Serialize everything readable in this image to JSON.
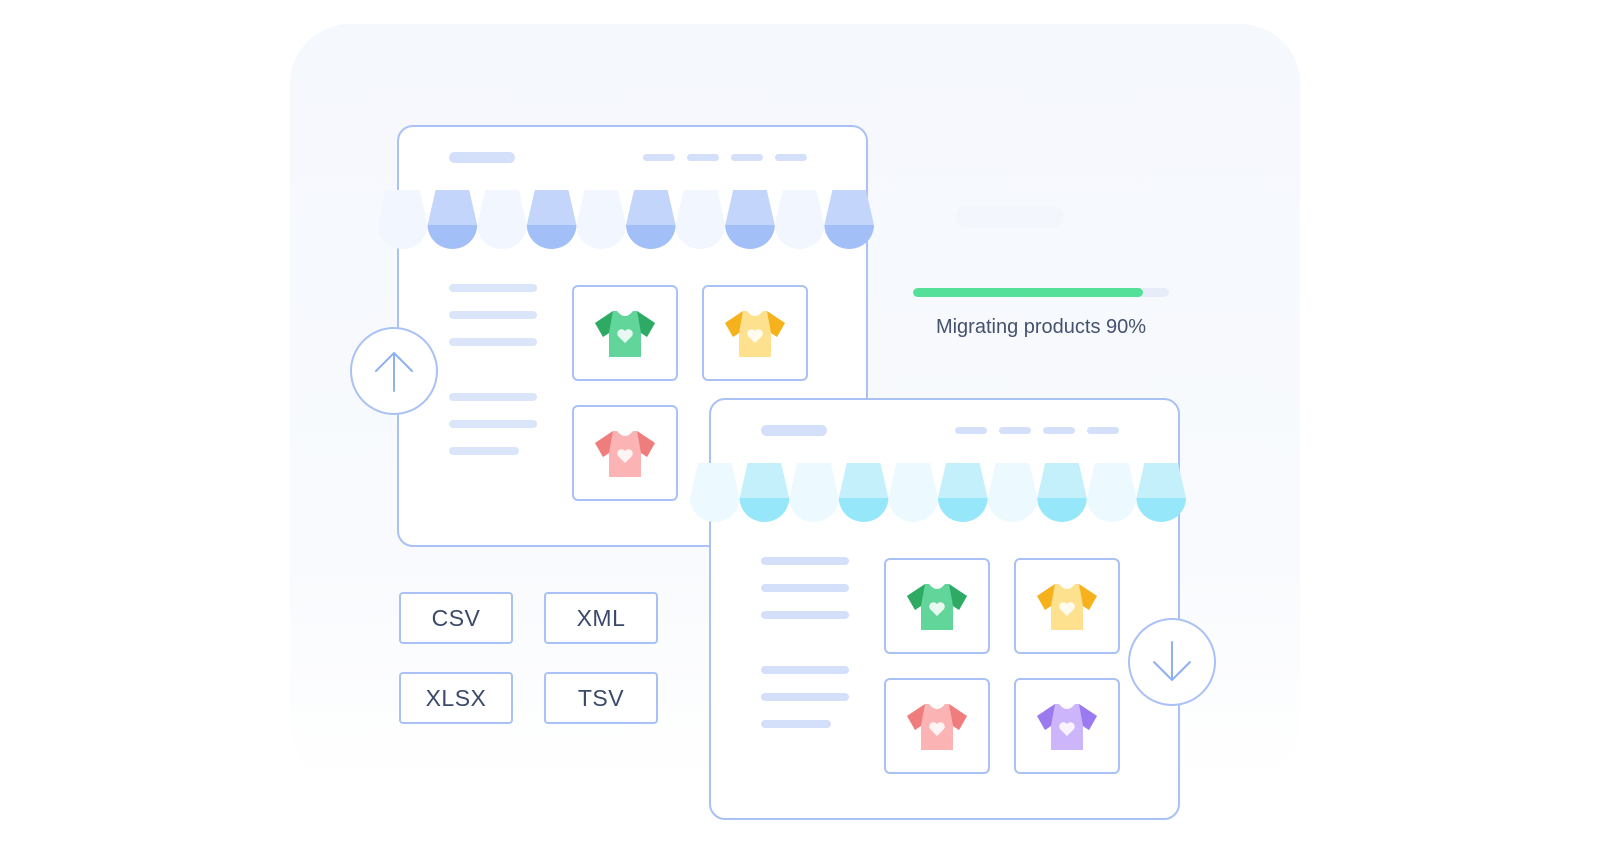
{
  "progress": {
    "label": "Migrating products 90%",
    "value": 0.9,
    "fill_color": "#55e09a"
  },
  "formats": [
    {
      "label": "CSV"
    },
    {
      "label": "XML"
    },
    {
      "label": "XLSX"
    },
    {
      "label": "TSV"
    }
  ],
  "source_store": {
    "awning_colors": [
      "#f1f6ff",
      "#c3d5fb",
      "#a3bff8"
    ],
    "products": [
      {
        "icon": "tshirt-icon",
        "color": "#62d59a",
        "accent": "#2faa64"
      },
      {
        "icon": "tshirt-icon",
        "color": "#fde18f",
        "accent": "#f6b21c"
      },
      {
        "icon": "tshirt-icon",
        "color": "#fbb3b3",
        "accent": "#f07d7d"
      }
    ],
    "action_icon": "arrow-up-icon"
  },
  "target_store": {
    "awning_colors": [
      "#ecfaff",
      "#c4f0fb",
      "#97e7fa"
    ],
    "products": [
      {
        "icon": "tshirt-icon",
        "color": "#62d59a",
        "accent": "#2faa64"
      },
      {
        "icon": "tshirt-icon",
        "color": "#fde18f",
        "accent": "#f6b21c"
      },
      {
        "icon": "tshirt-icon",
        "color": "#fbb3b3",
        "accent": "#f07d7d"
      },
      {
        "icon": "tshirt-icon",
        "color": "#cdb5fb",
        "accent": "#9b79ef"
      }
    ],
    "action_icon": "arrow-down-icon"
  }
}
